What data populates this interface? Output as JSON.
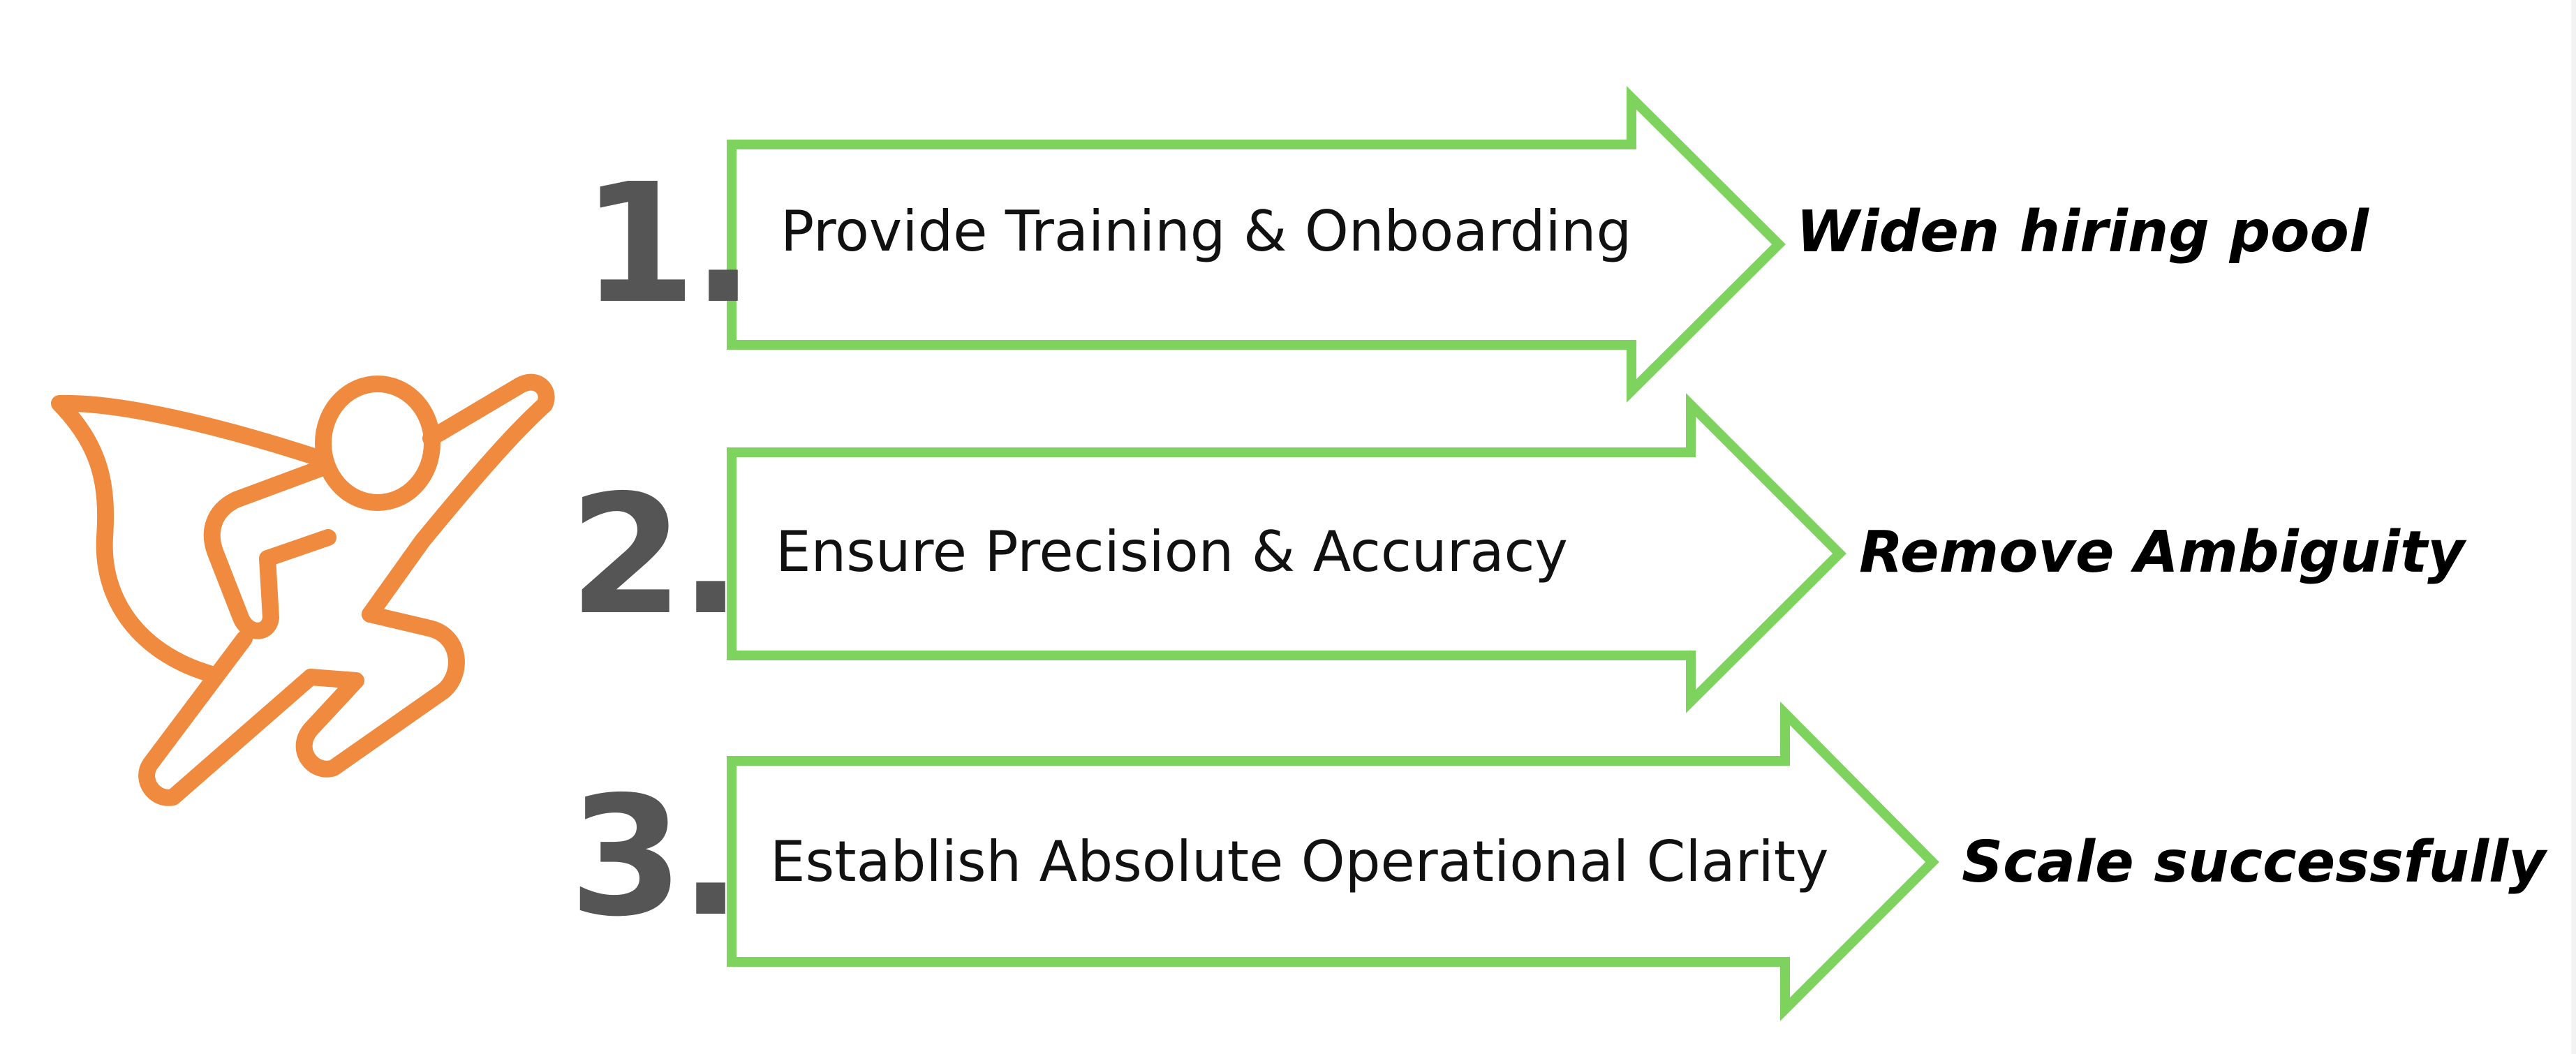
{
  "colors": {
    "arrow_stroke": "#7ed35f",
    "hero_stroke": "#ef8a3e",
    "number_text": "#555555"
  },
  "hero": {
    "icon": "superhero-icon"
  },
  "steps": [
    {
      "number": "1.",
      "label": "Provide Training & Onboarding",
      "outcome": "Widen hiring pool"
    },
    {
      "number": "2.",
      "label": "Ensure Precision & Accuracy",
      "outcome": "Remove Ambiguity"
    },
    {
      "number": "3.",
      "label": "Establish Absolute Operational Clarity",
      "outcome": "Scale successfully"
    }
  ]
}
